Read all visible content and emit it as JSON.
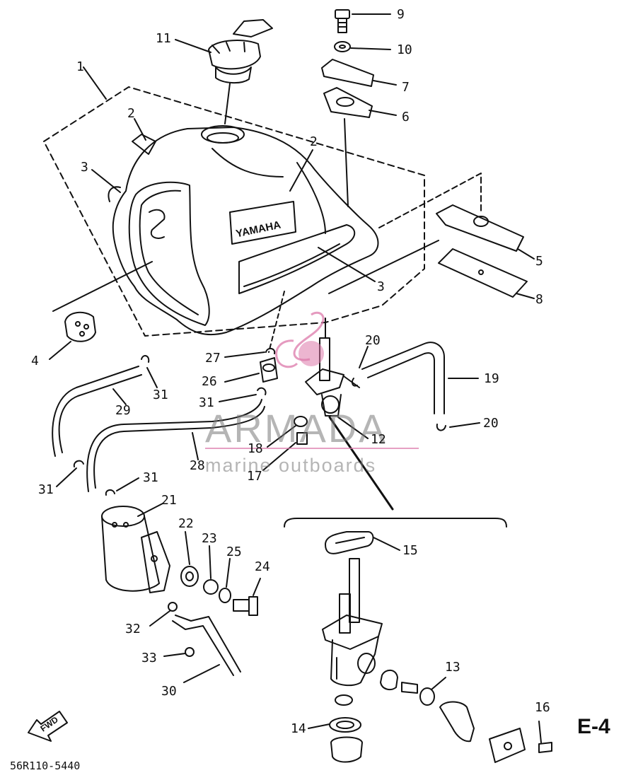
{
  "diagram": {
    "page_id": "E-4",
    "reference_code": "56R110-5440",
    "tank_brand": "YAMAHA",
    "direction_label": "FWD",
    "watermark": {
      "title": "ARMADA",
      "subtitle": "marine outboards"
    },
    "callouts": [
      {
        "id": "c1",
        "text": "1"
      },
      {
        "id": "c2a",
        "text": "2"
      },
      {
        "id": "c2b",
        "text": "2"
      },
      {
        "id": "c3a",
        "text": "3"
      },
      {
        "id": "c3b",
        "text": "3"
      },
      {
        "id": "c4",
        "text": "4"
      },
      {
        "id": "c5",
        "text": "5"
      },
      {
        "id": "c6",
        "text": "6"
      },
      {
        "id": "c7",
        "text": "7"
      },
      {
        "id": "c8",
        "text": "8"
      },
      {
        "id": "c9",
        "text": "9"
      },
      {
        "id": "c10",
        "text": "10"
      },
      {
        "id": "c11",
        "text": "11"
      },
      {
        "id": "c12",
        "text": "12"
      },
      {
        "id": "c13",
        "text": "13"
      },
      {
        "id": "c14",
        "text": "14"
      },
      {
        "id": "c15",
        "text": "15"
      },
      {
        "id": "c16",
        "text": "16"
      },
      {
        "id": "c17",
        "text": "17"
      },
      {
        "id": "c18",
        "text": "18"
      },
      {
        "id": "c19",
        "text": "19"
      },
      {
        "id": "c20a",
        "text": "20"
      },
      {
        "id": "c20b",
        "text": "20"
      },
      {
        "id": "c21",
        "text": "21"
      },
      {
        "id": "c22",
        "text": "22"
      },
      {
        "id": "c23",
        "text": "23"
      },
      {
        "id": "c24",
        "text": "24"
      },
      {
        "id": "c25",
        "text": "25"
      },
      {
        "id": "c26",
        "text": "26"
      },
      {
        "id": "c27",
        "text": "27"
      },
      {
        "id": "c28",
        "text": "28"
      },
      {
        "id": "c29",
        "text": "29"
      },
      {
        "id": "c30",
        "text": "30"
      },
      {
        "id": "c31a",
        "text": "31"
      },
      {
        "id": "c31b",
        "text": "31"
      },
      {
        "id": "c31c",
        "text": "31"
      },
      {
        "id": "c31d",
        "text": "31"
      },
      {
        "id": "c32",
        "text": "32"
      },
      {
        "id": "c33",
        "text": "33"
      }
    ]
  }
}
